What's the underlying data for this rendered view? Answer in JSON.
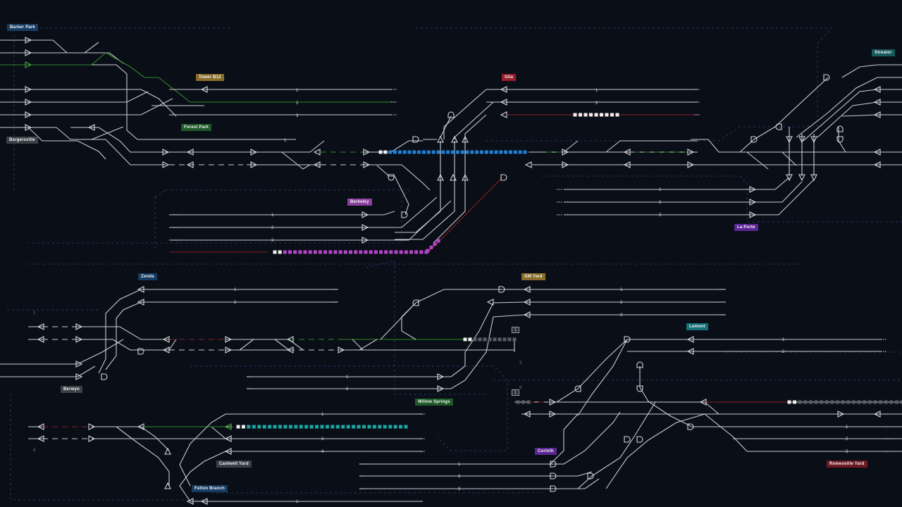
{
  "stations": {
    "barker_park": "Barker Park",
    "streator": "Streator",
    "tower_b12": "Tower B12",
    "gila": "Gila",
    "forest_park": "Forest Park",
    "bargersville": "Bargersville",
    "berkeley": "Berkeley",
    "la_porte": "La Porte",
    "zenda": "Zenda",
    "gm_yard": "GM Yard",
    "lemont": "Lemont",
    "berwyn": "Berwyn",
    "willow_springs": "Willow Springs",
    "corinth": "Corinth",
    "cantwell_yard": "Cantwell Yard",
    "felton_branch": "Felton Branch",
    "romeoville_yard": "Romeoville Yard"
  },
  "station_colors": {
    "barker_park": "#173c63",
    "streator": "#15595c",
    "tower_b12": "#8a6d2a",
    "gila": "#9b1c2a",
    "forest_park": "#1e5a2a",
    "bargersville": "#3c4148",
    "berkeley": "#8b3f9e",
    "la_porte": "#5b2594",
    "zenda": "#173c63",
    "gm_yard": "#8a6d2a",
    "lemont": "#15707a",
    "berwyn": "#3c4148",
    "willow_springs": "#1e5a2a",
    "corinth": "#5b2594",
    "cantwell_yard": "#3c4148",
    "felton_branch": "#173c63",
    "romeoville_yard": "#6e1a22"
  },
  "track_numbers": {
    "gila": [
      "1",
      "2",
      "3"
    ],
    "bargersville": [
      "1"
    ],
    "berkeley": [
      "1",
      "2",
      "3"
    ],
    "la_porte": [
      "1",
      "2",
      "3"
    ],
    "zenda": [
      "1",
      "2"
    ],
    "gm_yard": [
      "1",
      "2",
      "3"
    ],
    "lemont": [
      "1",
      "2"
    ],
    "willow_springs_upper": [
      "1",
      "2"
    ],
    "cantwell": [
      "1",
      "3",
      "4"
    ],
    "corinth": [
      "1",
      "2",
      "3"
    ],
    "romeoville": [
      "1",
      "2",
      "3"
    ],
    "felton": [
      "1"
    ]
  },
  "boxes": {
    "gm_yard_box": "1",
    "lemont_box": "1"
  },
  "stray_numbers": {
    "left_upper": "2",
    "left_lower": "8",
    "gm_right": "3",
    "lemont_left": "8"
  },
  "train_colors": {
    "blue": "#1f7fd4",
    "purple": "#b346c8",
    "teal": "#1aa7a0",
    "white": "#eeeeee",
    "gray": "#5a5e66",
    "green": "#2f8a2a",
    "red": "#8b1e24"
  }
}
